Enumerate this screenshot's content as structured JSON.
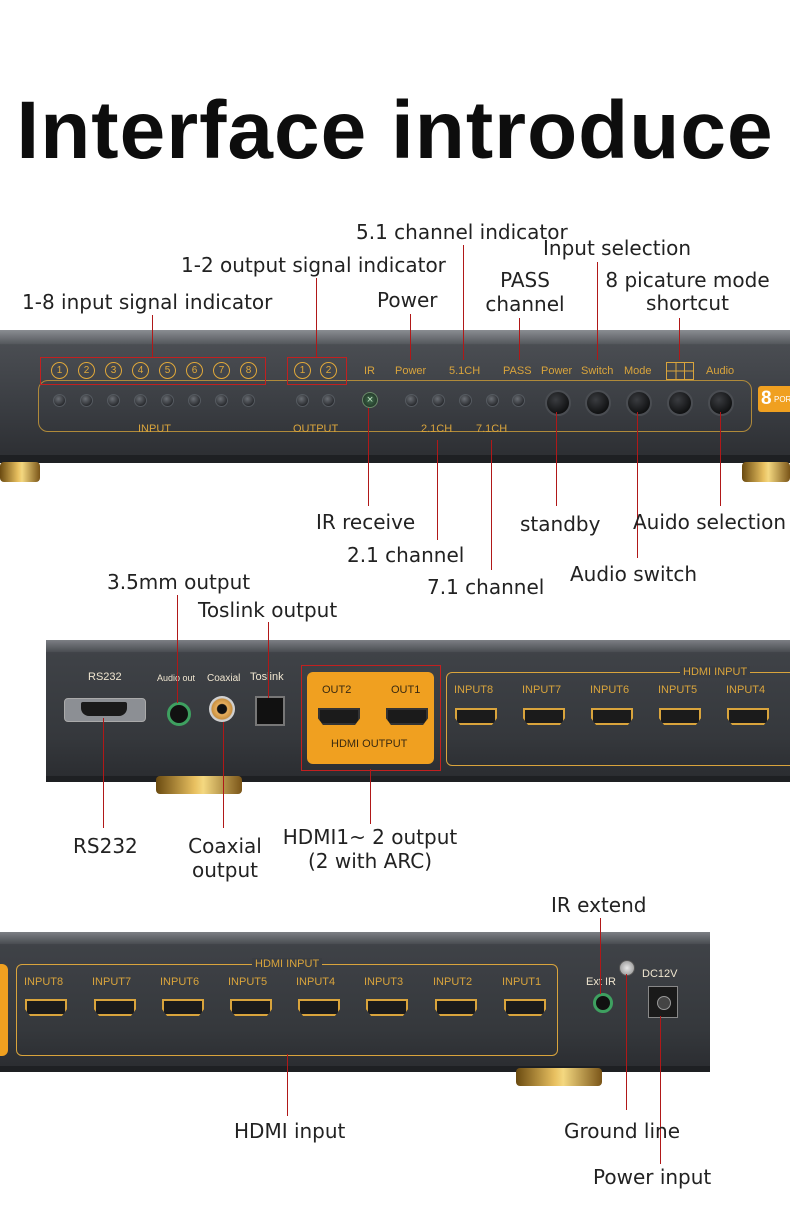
{
  "title": "Interface introduce",
  "front_labels": {
    "input_signal": "1-8 input signal indicator",
    "output_signal": "1-2 output signal indicator",
    "power": "Power",
    "ch51": "5.1 channel indicator",
    "pass1": "PASS",
    "pass2": "channel",
    "input_selection": "Input selection",
    "picture_mode1": "8 picature mode",
    "picture_mode2": "shortcut",
    "ir_receive": "IR receive",
    "ch21": "2.1 channel",
    "ch71": "7.1 channel",
    "standby": "standby",
    "audio_selection": "Auido selection",
    "audio_switch": "Audio switch"
  },
  "front_panel": {
    "input_nums": [
      "1",
      "2",
      "3",
      "4",
      "5",
      "6",
      "7",
      "8"
    ],
    "output_nums": [
      "1",
      "2"
    ],
    "ir": "IR",
    "power": "Power",
    "ch51": "5.1CH",
    "pass": "PASS",
    "power_btn": "Power",
    "switch": "Switch",
    "mode": "Mode",
    "audio": "Audio",
    "input": "INPUT",
    "output": "OUTPUT",
    "ch21": "2.1CH",
    "ch71": "7.1CH",
    "badge": "8",
    "badge_sub": "POR"
  },
  "mid_labels": {
    "mm35": "3.5mm output",
    "toslink": "Toslink output",
    "rs232": "RS232",
    "coaxial1": "Coaxial",
    "coaxial2": "output",
    "hdmi_out1": "HDMI1~ 2 output",
    "hdmi_out2": "(2 with ARC)"
  },
  "rear_panel": {
    "rs232": "RS232",
    "audio_out": "Audio out",
    "coaxial": "Coaxial",
    "toslink": "Toslink",
    "out2": "OUT2",
    "out1": "OUT1",
    "hdmi_output": "HDMI OUTPUT",
    "hdmi_input": "HDMI INPUT",
    "inputs": [
      "INPUT8",
      "INPUT7",
      "INPUT6",
      "INPUT5",
      "INPUT4"
    ]
  },
  "bottom_labels": {
    "ir_extend": "IR extend",
    "hdmi_input": "HDMI input",
    "ground": "Ground line",
    "power_input": "Power input"
  },
  "rear2_panel": {
    "hdmi_input": "HDMI INPUT",
    "inputs": [
      "INPUT8",
      "INPUT7",
      "INPUT6",
      "INPUT5",
      "INPUT4",
      "INPUT3",
      "INPUT2",
      "INPUT1"
    ],
    "ext_ir": "Ext IR",
    "dc": "DC12V"
  },
  "colors": {
    "accent": "#d9a43c",
    "leader": "#b01818",
    "panel": "#3d4045",
    "orange": "#f0a020"
  }
}
